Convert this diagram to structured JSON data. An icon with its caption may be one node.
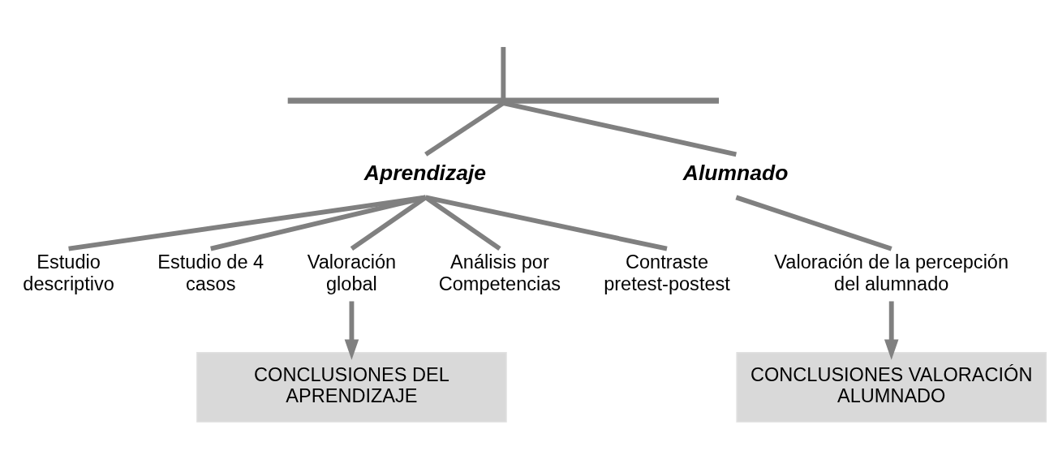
{
  "diagram": {
    "nodes": [
      {
        "text": [],
        "shape": "bar"
      },
      {
        "text": [
          "Aprendizaje"
        ]
      },
      {
        "text": [
          "Alumnado"
        ]
      },
      {
        "text": [
          "Estudio descriptivo"
        ]
      },
      {
        "text": [
          "Estudio de 4 casos"
        ]
      },
      {
        "text": [
          "Valoración global"
        ]
      },
      {
        "text": [
          "Análisis por Competencias"
        ]
      },
      {
        "text": [
          "Contraste pretest-postest"
        ]
      },
      {
        "text": [
          "Valoración de la percepción del alumnado"
        ]
      },
      {
        "text": [
          "CONCLUSIONES DEL APRENDIZAJE"
        ]
      },
      {
        "text": [
          "CONCLUSIONES VALORACIÓN ALUMNADO"
        ]
      }
    ],
    "edges": [
      {
        "from": null,
        "to": 0,
        "arrow": "none"
      },
      {
        "from": 0,
        "to": 1,
        "arrow": "none"
      },
      {
        "from": 0,
        "to": 2,
        "arrow": "none"
      },
      {
        "from": 1,
        "to": 3,
        "arrow": "none"
      },
      {
        "from": 1,
        "to": 4,
        "arrow": "none"
      },
      {
        "from": 1,
        "to": 5,
        "arrow": "none"
      },
      {
        "from": 1,
        "to": 6,
        "arrow": "none"
      },
      {
        "from": 1,
        "to": 7,
        "arrow": "none"
      },
      {
        "from": 2,
        "to": 8,
        "arrow": "none"
      },
      {
        "from": 5,
        "to": 9,
        "arrow": "to"
      },
      {
        "from": 8,
        "to": 10,
        "arrow": "to"
      }
    ]
  }
}
